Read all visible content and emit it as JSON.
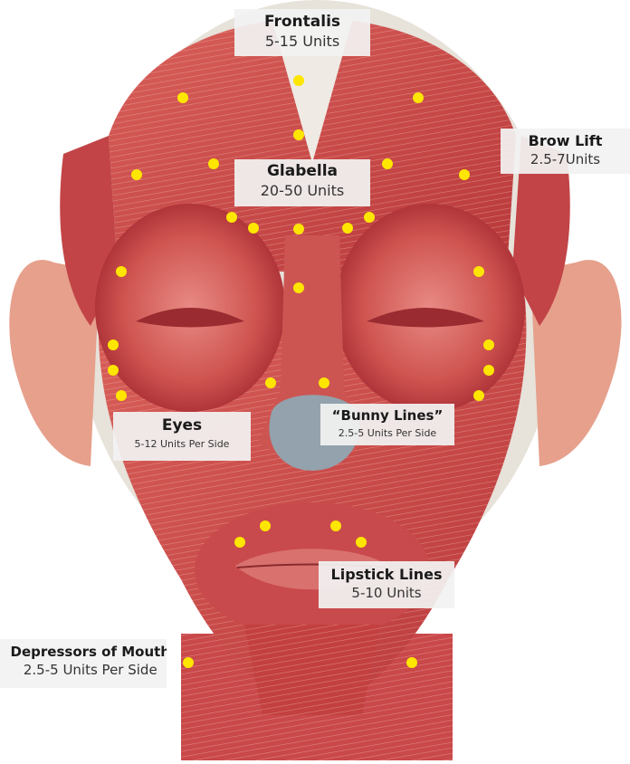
{
  "labels": {
    "frontalis": {
      "title": "Frontalis",
      "units": "5-15 Units"
    },
    "brow_lift": {
      "title": "Brow Lift",
      "units": "2.5-7Units"
    },
    "glabella": {
      "title": "Glabella",
      "units": "20-50 Units"
    },
    "eyes": {
      "title": "Eyes",
      "units": "5-12 Units Per Side"
    },
    "bunny_lines": {
      "title": "“Bunny Lines”",
      "units": "2.5-5 Units Per Side"
    },
    "lipstick_lines": {
      "title": "Lipstick Lines",
      "units": "5-10 Units"
    },
    "depressors": {
      "title": "Depressors of Mouth",
      "units": "2.5-5 Units Per Side"
    }
  },
  "colors": {
    "injection_point": "#ffe600",
    "muscle": "#c94b4b",
    "muscle_light": "#e07a75",
    "bone": "#e9e4dc",
    "skin_ear": "#e6a08c",
    "label_bg": "#f2f2f2"
  },
  "icons": {
    "injection_point": "yellow-dot-icon"
  }
}
